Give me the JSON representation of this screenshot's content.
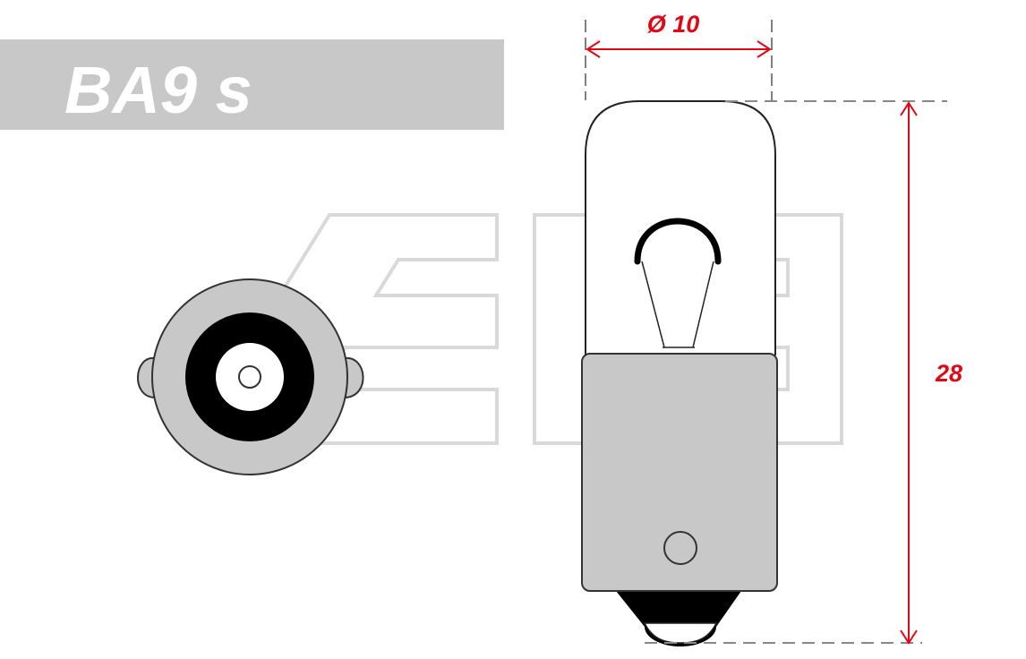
{
  "title": "BA9 s",
  "dimensions": {
    "diameter_label": "Ø 10",
    "height_label": "28"
  },
  "colors": {
    "banner": "#c8c8c8",
    "dimension": "#e30613",
    "base": "#c8c8c8",
    "watermark": "#d9d9d9"
  }
}
